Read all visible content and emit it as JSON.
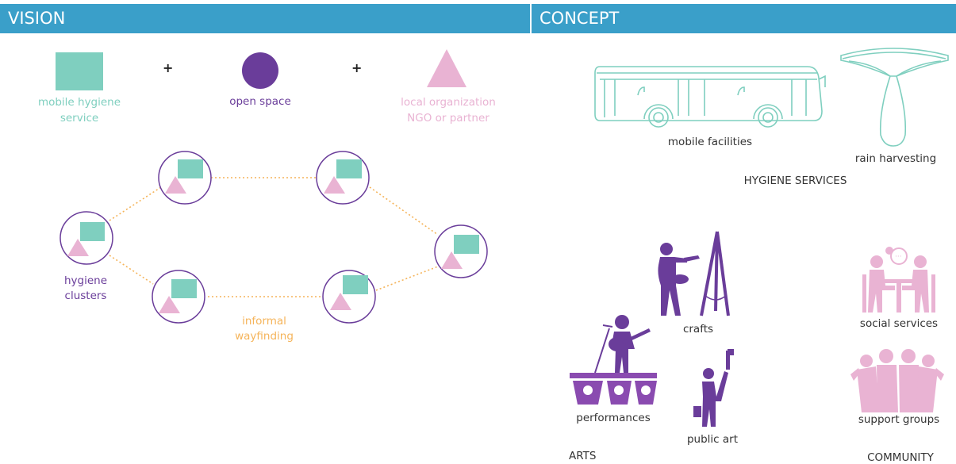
{
  "vision": {
    "title": "VISION",
    "legend": {
      "plus": "+",
      "hygiene_line1": "mobile hygiene",
      "hygiene_line2": "service",
      "open_space": "open space",
      "org_line1": "local organization",
      "org_line2": "NGO or partner"
    },
    "clusters_line1": "hygiene",
    "clusters_line2": "clusters",
    "wayfinding_line1": "informal",
    "wayfinding_line2": "wayfinding"
  },
  "concept": {
    "title": "CONCEPT",
    "mobile_facilities": "mobile facilities",
    "rain_harvesting": "rain harvesting",
    "hygiene_services": "HYGIENE SERVICES",
    "crafts": "crafts",
    "performances": "performances",
    "public_art": "public art",
    "arts": "ARTS",
    "social_services": "social services",
    "support_groups": "support groups",
    "community": "COMMUNITY"
  },
  "colors": {
    "banner": "#3a9fc9",
    "teal": "#7fcfbf",
    "purple": "#6a3d9a",
    "pink": "#e9b3d3",
    "orange": "#f5b45a",
    "icon_purple": "#8a4bb0"
  }
}
